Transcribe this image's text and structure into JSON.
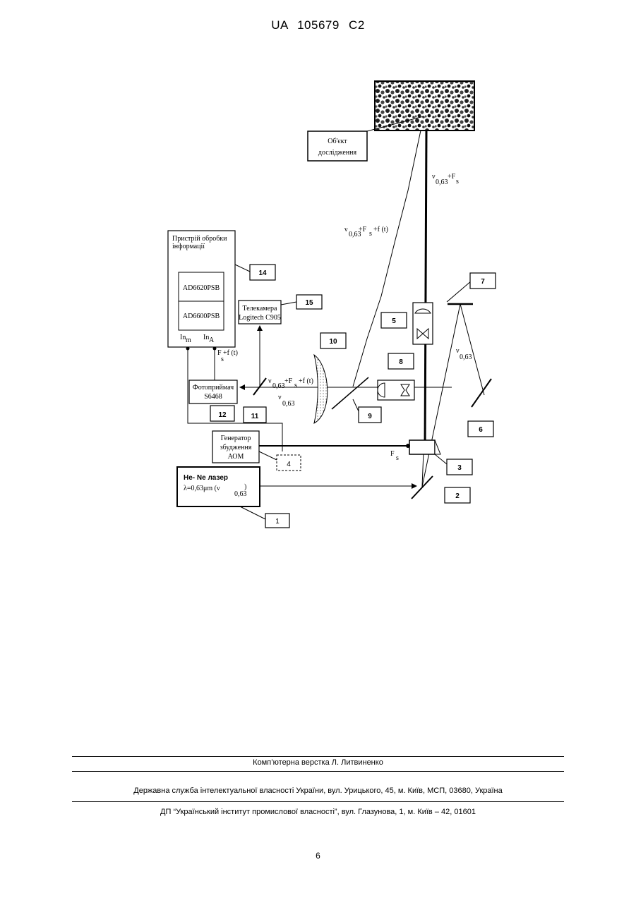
{
  "header": {
    "patent_number": "UA   105679   C2"
  },
  "figure": {
    "object_label": [
      "Об'єкт",
      "дослідження"
    ],
    "processor_label": [
      "Пристрій обробки",
      "інформації"
    ],
    "chip_1": "AD6620PSB",
    "chip_2": "AD6600PSB",
    "input_a": "In",
    "input_a_sub": "m",
    "input_b": "In",
    "input_b_sub": "A",
    "camera_label": [
      "Телекамера",
      "Logitech C905"
    ],
    "photodetector_label": [
      "Фотоприймач",
      "S6468"
    ],
    "generator_label": [
      "Генератор",
      "збудження",
      "АОМ"
    ],
    "laser_label": [
      "He- Ne лазер",
      "λ=0,63μm  (ν"
    ],
    "laser_sub": "0,63",
    "laser_close": ")",
    "refs": [
      "1",
      "2",
      "3",
      "4",
      "5",
      "6",
      "7",
      "8",
      "9",
      "10",
      "11",
      "12",
      "14",
      "15"
    ],
    "beam_nu": "ν",
    "beam_sub_063": "0,63",
    "beam_plus_F": "+F",
    "beam_sub_s": "s",
    "beam_plus_f": "+f (t)",
    "beam_F": "F",
    "fs_signal": "+f (t)"
  },
  "footer": {
    "typesetting": "Комп’ютерна верстка Л. Литвиненко",
    "agency": "Державна служба інтелектуальної власності України, вул. Урицького, 45, м. Київ, МСП, 03680, Україна",
    "institute": "ДП “Український інститут промислової власності”, вул. Глазунова, 1, м. Київ – 42, 01601"
  },
  "page_number": "6"
}
